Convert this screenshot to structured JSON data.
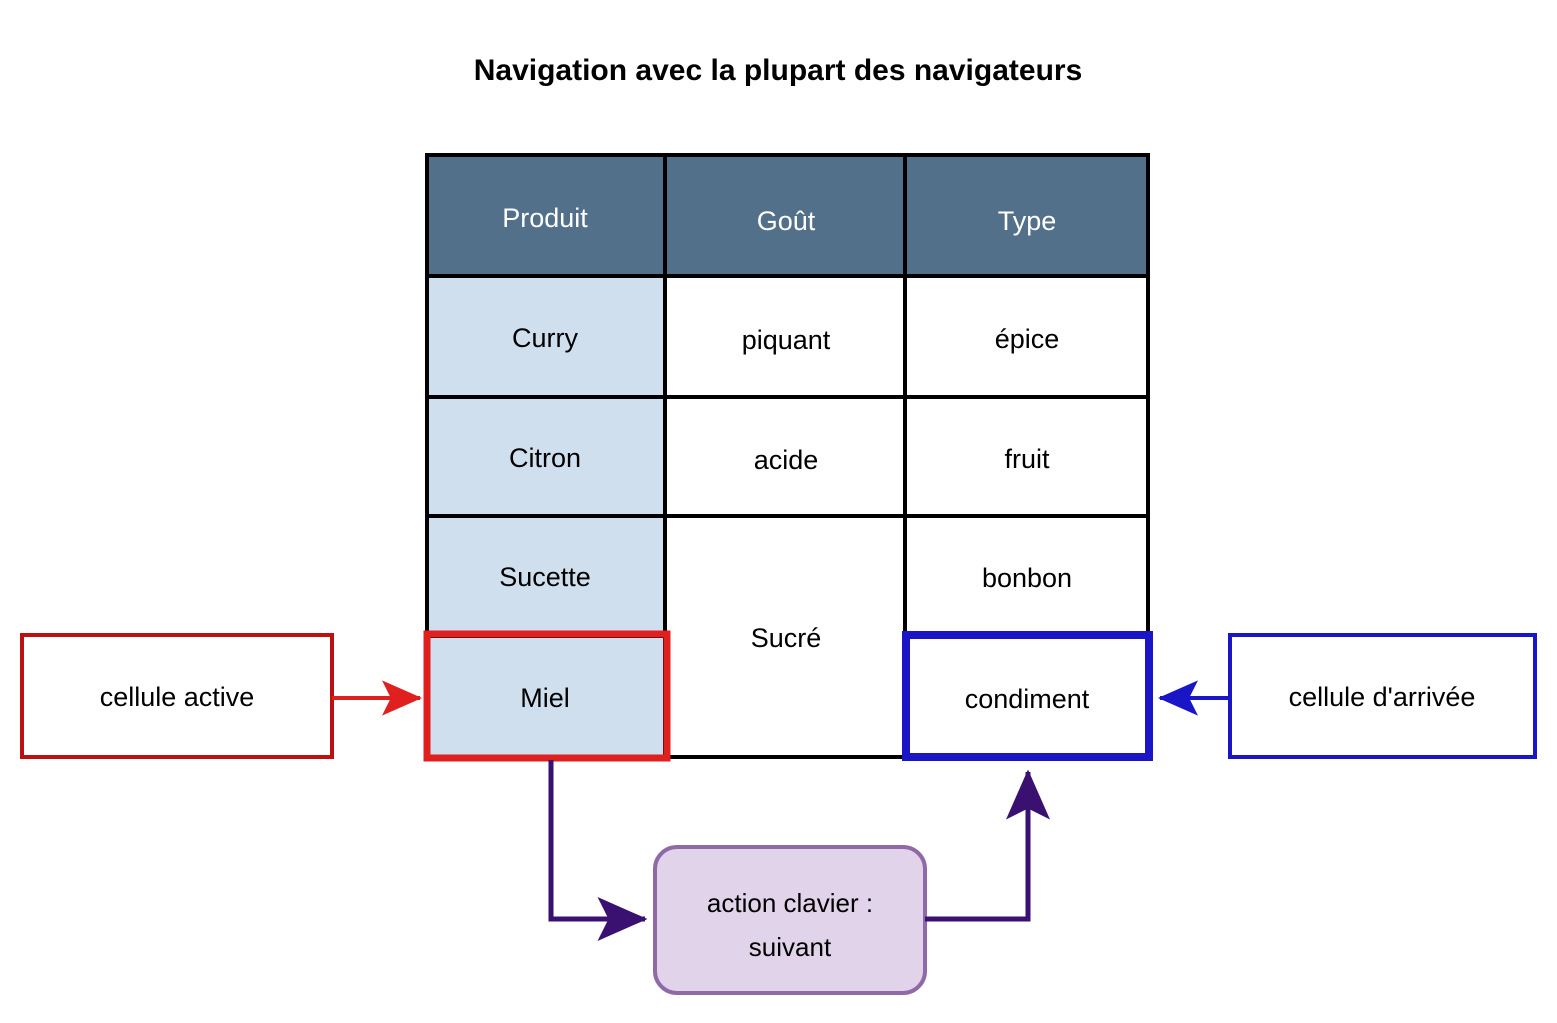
{
  "title": "Navigation avec la plupart des navigateurs",
  "table": {
    "headers": [
      "Produit",
      "Goût",
      "Type"
    ],
    "rows": [
      {
        "produit": "Curry",
        "gout": "piquant",
        "type": "épice"
      },
      {
        "produit": "Citron",
        "gout": "acide",
        "type": "fruit"
      },
      {
        "produit": "Sucette",
        "gout": "Sucré",
        "type": "bonbon"
      },
      {
        "produit": "Miel",
        "gout": "",
        "type": "condiment"
      }
    ],
    "merged_gout_label": "Sucré",
    "active_cell": "Miel",
    "target_cell": "condiment"
  },
  "annotations": {
    "active_label": "cellule active",
    "arrival_label": "cellule d'arrivée",
    "action_label_line1": "action clavier :",
    "action_label_line2": "suivant"
  },
  "colors": {
    "header_fill": "#53708a",
    "first_col_fill": "#cfdfee",
    "cell_fill": "#ffffff",
    "grid_line": "#000000",
    "active_red": "#e01f1f",
    "callout_red": "#bb1111",
    "target_blue": "#1a16c8",
    "callout_blue": "#1a16c8",
    "action_fill": "#e1d3e9",
    "action_border": "#8e6aa8",
    "connector_purple": "#3a1070",
    "title_color": "#000000"
  }
}
